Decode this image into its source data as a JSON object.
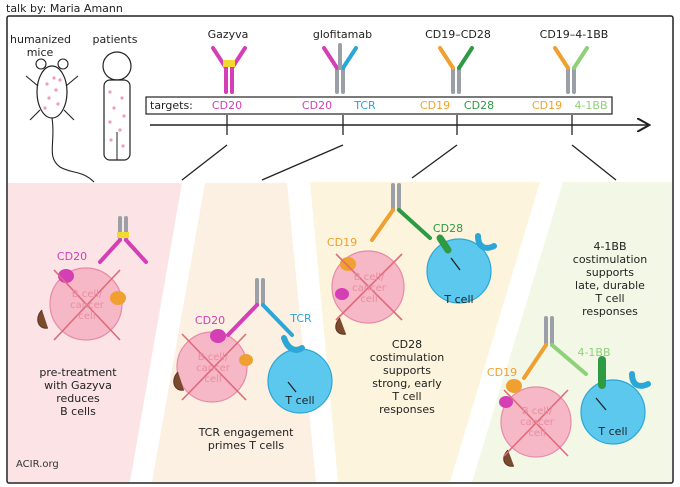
{
  "header": {
    "author": "talk by: Maria Amann"
  },
  "subjects": {
    "mice_line1": "humanized",
    "mice_line2": "mice",
    "patients": "patients"
  },
  "drugs": [
    "Gazyva",
    "glofitamab",
    "CD19–CD28",
    "CD19–4-1BB"
  ],
  "targets": {
    "label": "targets:",
    "items": [
      {
        "text": "CD20",
        "color": "#d43fb5"
      },
      {
        "text": "CD20",
        "color": "#d43fb5"
      },
      {
        "text": "TCR",
        "color": "#2aa7d6"
      },
      {
        "text": "CD19",
        "color": "#f0a030"
      },
      {
        "text": "CD28",
        "color": "#2e9a44"
      },
      {
        "text": "CD19",
        "color": "#f0a030"
      },
      {
        "text": "4-1BB",
        "color": "#8fd07a"
      }
    ]
  },
  "panels": {
    "p1": {
      "cd20": "CD20",
      "cell_label": [
        "B cell/",
        "cancer",
        "cell"
      ],
      "caption": [
        "pre-treatment",
        "with Gazyva",
        "reduces",
        "B cells"
      ]
    },
    "p2": {
      "cd20": "CD20",
      "tcr": "TCR",
      "cell_label": [
        "B cell/",
        "cancer",
        "cell"
      ],
      "tcell": "T cell",
      "caption": [
        "TCR engagement",
        "primes T cells"
      ]
    },
    "p3": {
      "cd19": "CD19",
      "cd28": "CD28",
      "cell_label": [
        "B cell/",
        "cancer",
        "cell"
      ],
      "tcell": "T cell",
      "caption": [
        "CD28",
        "costimulation",
        "supports",
        "strong, early",
        "T cell",
        "responses"
      ]
    },
    "p4": {
      "cd19": "CD19",
      "bb": "4-1BB",
      "cell_label": [
        "B cell/",
        "cancer",
        "cell"
      ],
      "tcell": "T cell",
      "caption": [
        "4-1BB",
        "costimulation",
        "supports",
        "late, durable",
        "T cell",
        "responses"
      ]
    }
  },
  "credit": "ACIR.org",
  "colors": {
    "pink": "#d43fb5",
    "cyan": "#2aa7d6",
    "orange": "#f0a030",
    "green": "#2e9a44",
    "light_green": "#8fd07a",
    "gray": "#9a9fa8",
    "yellow": "#f4d832",
    "panel1_bg": "#fbe3e6",
    "panel2_bg": "#fbf0e2",
    "panel3_bg": "#fcf4dc",
    "panel4_bg": "#f3f8e6",
    "bcell": "#f6b8c6",
    "tcell": "#5cc8ee"
  }
}
